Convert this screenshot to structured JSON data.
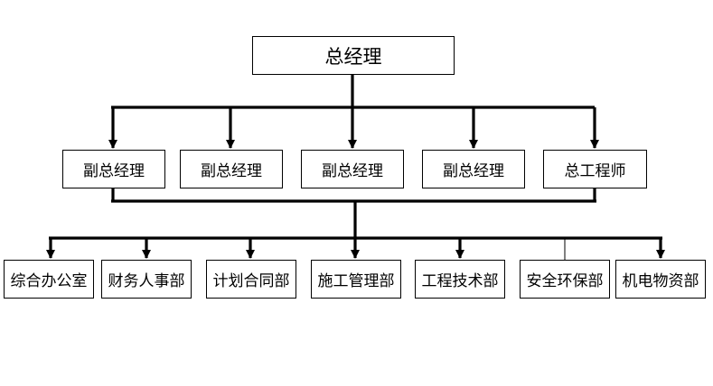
{
  "org_chart": {
    "root": "总经理",
    "deputies": [
      "副总经理",
      "副总经理",
      "副总经理",
      "副总经理",
      "总工程师"
    ],
    "departments": [
      "综合办公室",
      "财务人事部",
      "计划合同部",
      "施工管理部",
      "工程技术部",
      "安全环保部",
      "机电物资部"
    ]
  },
  "colors": {
    "line": "#000000",
    "box_border": "#000000",
    "background": "#ffffff"
  }
}
